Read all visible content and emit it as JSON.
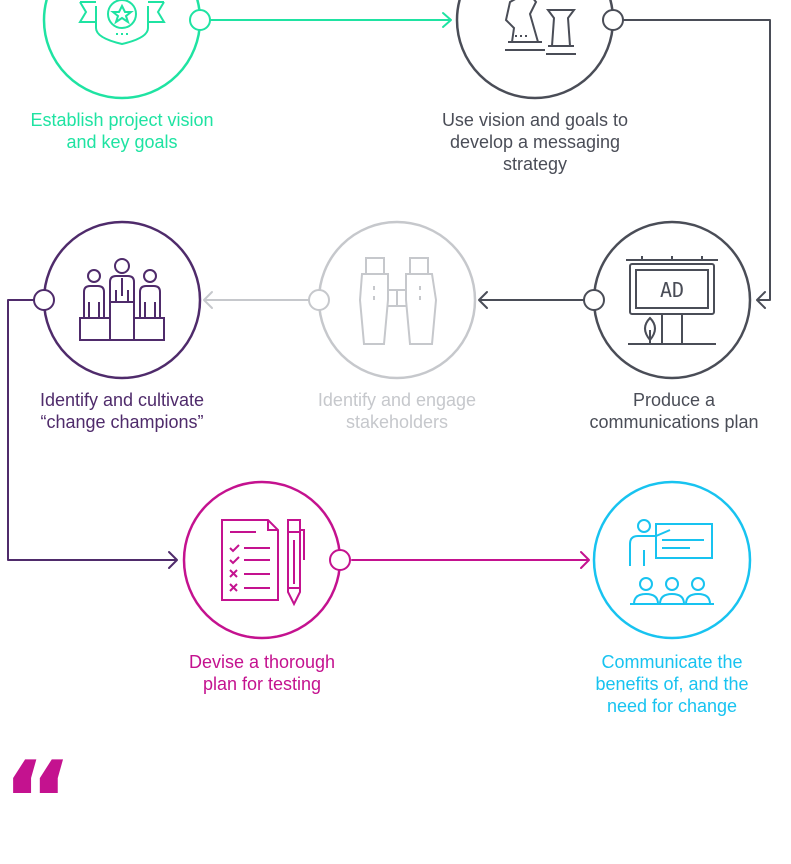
{
  "colors": {
    "green": "#1fe3a2",
    "dark": "#4a4d57",
    "light": "#c6c8cc",
    "purple": "#4f2b6b",
    "magenta": "#c4128f",
    "cyan": "#18c3f0"
  },
  "steps": [
    {
      "id": "vision",
      "icon": "ribbon-badge-icon",
      "color": "green",
      "lines": [
        "Establish project vision",
        "and key goals"
      ]
    },
    {
      "id": "messaging",
      "icon": "chess-pieces-icon",
      "color": "dark",
      "lines": [
        "Use vision and goals to",
        "develop a messaging",
        "strategy"
      ]
    },
    {
      "id": "communications-plan",
      "icon": "billboard-icon",
      "color": "dark",
      "lines": [
        "Produce a",
        "communications plan"
      ],
      "billboard_text": "AD"
    },
    {
      "id": "stakeholders",
      "icon": "binoculars-icon",
      "color": "light",
      "lines": [
        "Identify and engage",
        "stakeholders"
      ]
    },
    {
      "id": "champions",
      "icon": "podium-people-icon",
      "color": "purple",
      "lines": [
        "Identify and cultivate",
        "“change champions”"
      ]
    },
    {
      "id": "testing",
      "icon": "checklist-pen-icon",
      "color": "magenta",
      "lines": [
        "Devise a thorough",
        "plan for testing"
      ]
    },
    {
      "id": "benefits",
      "icon": "presentation-audience-icon",
      "color": "cyan",
      "lines": [
        "Communicate the",
        "benefits of, and the",
        "need for change"
      ]
    }
  ],
  "quote_mark": "“"
}
